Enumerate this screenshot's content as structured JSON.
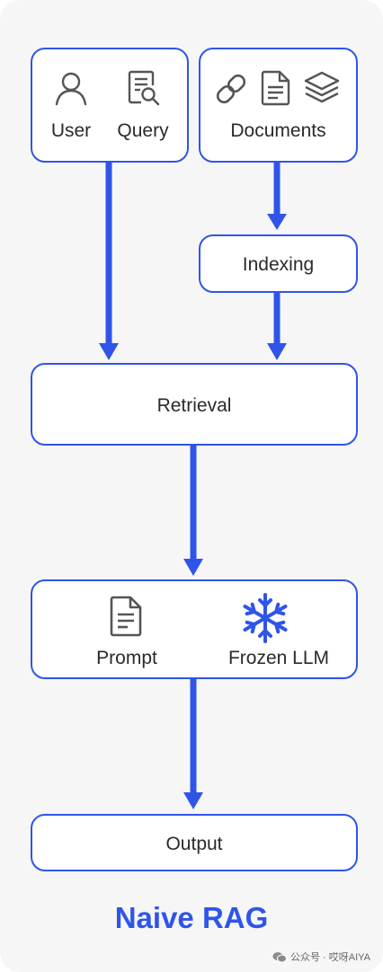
{
  "nodes": {
    "user": "User",
    "query": "Query",
    "documents": "Documents",
    "indexing": "Indexing",
    "retrieval": "Retrieval",
    "prompt": "Prompt",
    "frozen_llm": "Frozen LLM",
    "output": "Output"
  },
  "title": "Naive RAG",
  "watermark": "公众号 · 哎呀AIYA",
  "colors": {
    "accent": "#2f55e8",
    "box_border": "#2f55e8",
    "icon_gray": "#555555",
    "side_arrow": "#9e9e9e",
    "panel_bg": "#f6f6f7"
  },
  "icons": [
    "user-icon",
    "query-search-icon",
    "link-icon",
    "document-icon",
    "layers-icon",
    "prompt-document-icon",
    "snowflake-icon",
    "wechat-icon"
  ]
}
